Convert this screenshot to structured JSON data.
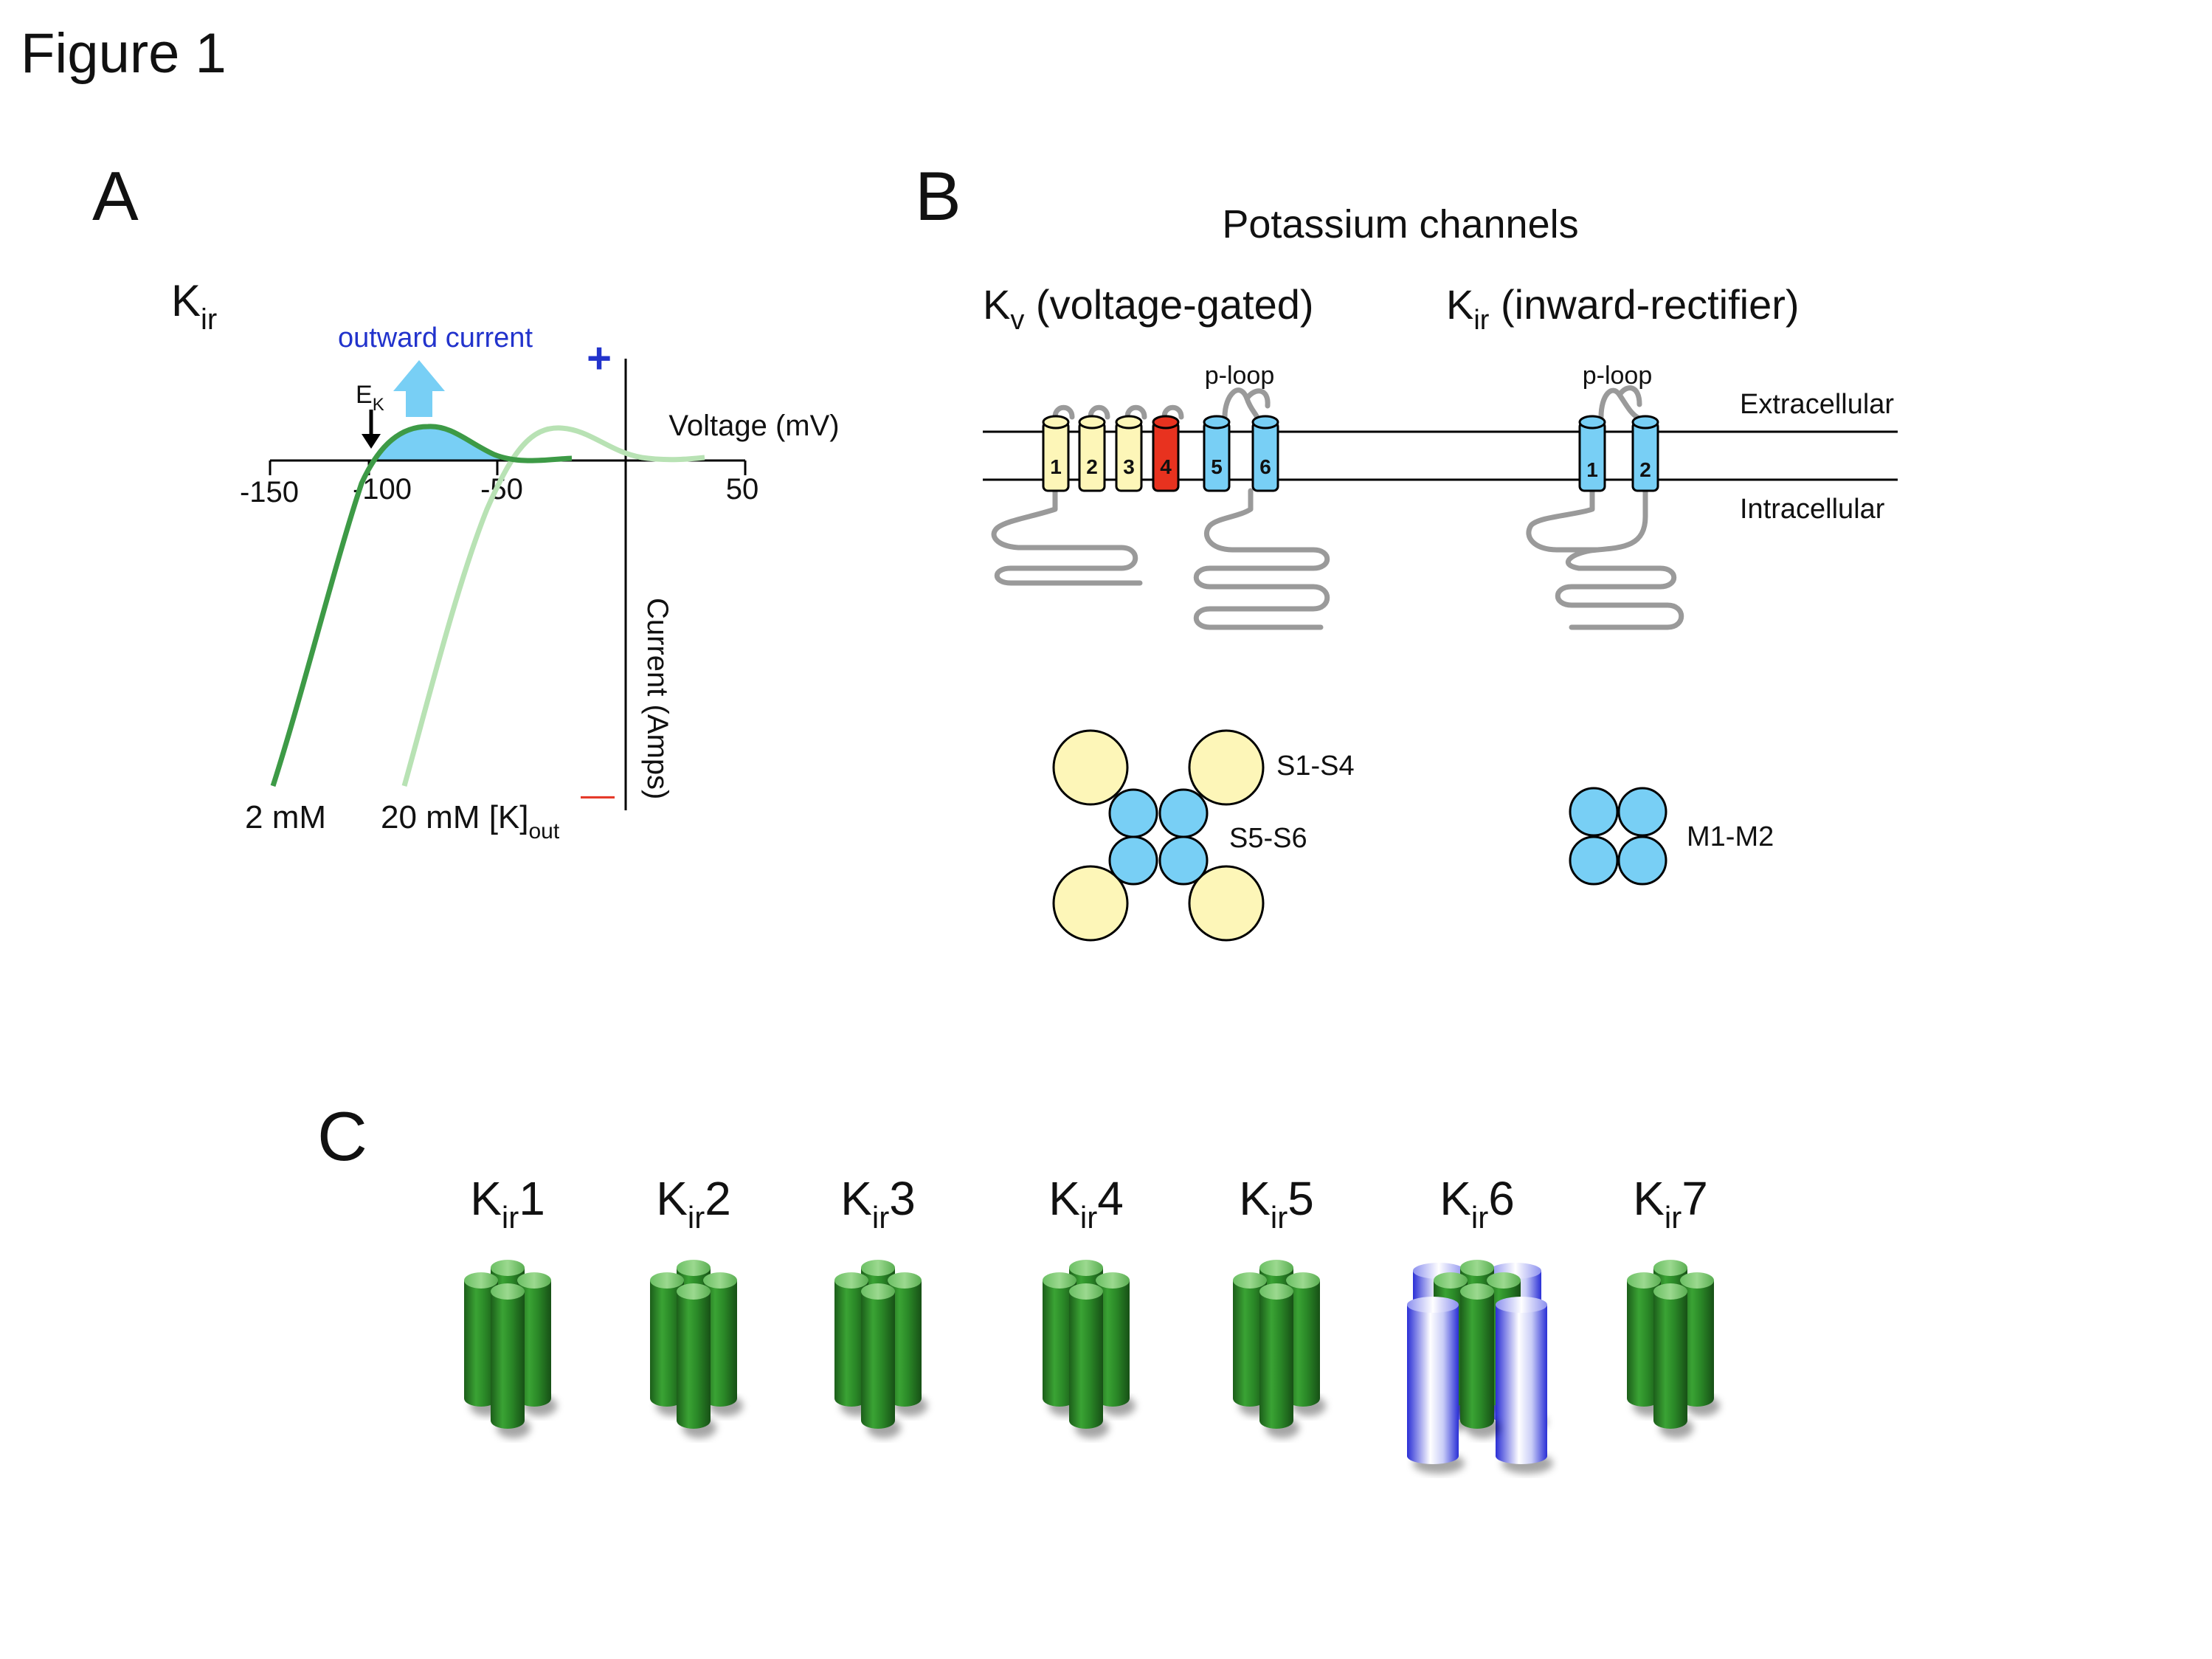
{
  "figure": {
    "title": "Figure 1",
    "panel_a": {
      "letter": "A",
      "kir_base": "K",
      "kir_sub": "ir",
      "outward_label": "outward current",
      "plus": "+",
      "minus": "—",
      "ek_base": "E",
      "ek_sub": "K",
      "x_axis_title": "Voltage (mV)",
      "y_axis_title": "Current (Amps)",
      "ticks": [
        "-150",
        "-100",
        "-50",
        "50"
      ],
      "curve_2mm_label": "2 mM",
      "curve_20mm_label": "20 mM [K]",
      "curve_20mm_sub": "out",
      "colors": {
        "dark_green": "#3d9a46",
        "light_green": "#b8e2b4",
        "fill_blue": "#78cff5",
        "accent_blue": "#2233cc",
        "minus_red": "#e53a2b"
      }
    },
    "panel_b": {
      "letter": "B",
      "title": "Potassium channels",
      "kv_base": "K",
      "kv_sub": "v",
      "kv_desc": " (voltage-gated)",
      "kir_base": "K",
      "kir_sub": "ir",
      "kir_desc": " (inward-rectifier)",
      "ploop_label": "p-loop",
      "extracellular": "Extracellular",
      "intracellular": "Intracellular",
      "kv_segments": [
        "1",
        "2",
        "3",
        "4",
        "5",
        "6"
      ],
      "kir_segments": [
        "1",
        "2"
      ],
      "s1s4_label": "S1-S4",
      "s5s6_label": "S5-S6",
      "m1m2_label": "M1-M2",
      "colors": {
        "yellow": "#fdf6b8",
        "red": "#e8321f",
        "blue": "#78cff5",
        "loop_gray": "#9a9a9a"
      }
    },
    "panel_c": {
      "letter": "C",
      "channels": [
        {
          "base": "K",
          "sub": "ir",
          "num": "1"
        },
        {
          "base": "K",
          "sub": "ir",
          "num": "2"
        },
        {
          "base": "K",
          "sub": "ir",
          "num": "3"
        },
        {
          "base": "K",
          "sub": "ir",
          "num": "4"
        },
        {
          "base": "K",
          "sub": "ir",
          "num": "5"
        },
        {
          "base": "K",
          "sub": "ir",
          "num": "6"
        },
        {
          "base": "K",
          "sub": "ir",
          "num": "7"
        }
      ],
      "colors": {
        "green": "#2d8a2a",
        "blue": "#3b3ee0"
      }
    }
  }
}
